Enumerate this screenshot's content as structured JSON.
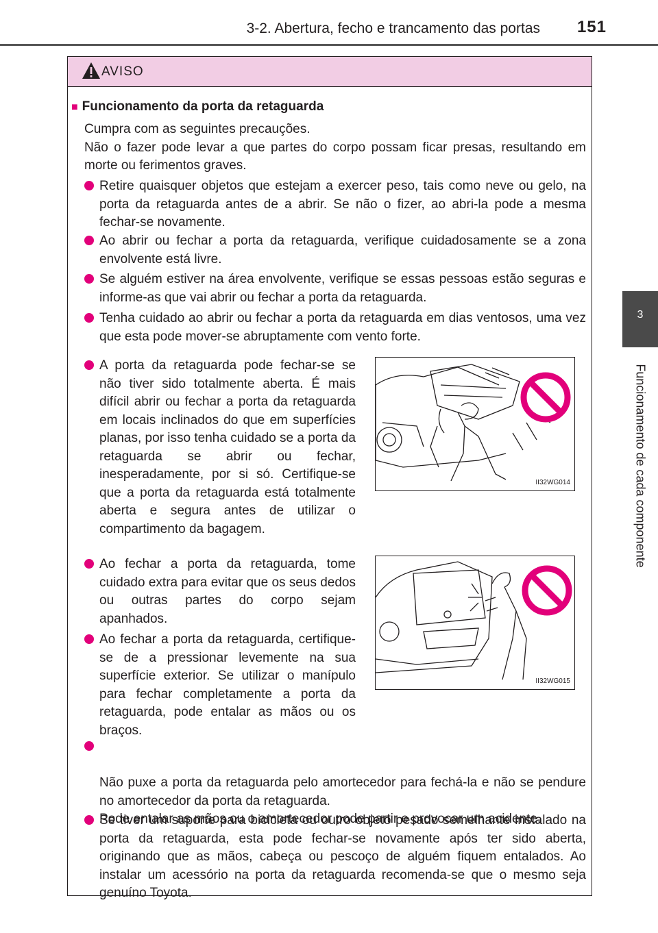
{
  "header": {
    "title": "3-2. Abertura, fecho e trancamento das portas",
    "page_number": "151"
  },
  "side_tab": {
    "number": "3",
    "label": "Funcionamento de cada componente"
  },
  "warning": {
    "label": "AVISO",
    "section_marker": "■",
    "section_title": "Funcionamento da porta da retaguarda",
    "intro": "Cumpra com as seguintes precauções.\nNão o fazer pode levar a que partes do corpo possam ficar presas, resultando em morte ou ferimentos graves.",
    "bullets": [
      "Retire quaisquer objetos que estejam a exercer peso, tais como neve ou gelo, na porta da retaguarda antes de a abrir. Se não o fizer, ao abri-la pode a mesma fechar-se novamente.",
      "Ao abrir ou fechar a porta da retaguarda, verifique cuidadosamente se a zona envolvente está livre.",
      "Se alguém estiver na área envolvente, verifique se essas pessoas estão seguras e informe-as que vai abrir ou fechar a porta da retaguarda.",
      "Tenha cuidado ao abrir ou fechar a porta da retaguarda em dias ventosos, uma vez que esta pode mover-se abruptamente com vento forte.",
      "A porta da retaguarda pode fechar-se se não tiver sido totalmente aberta. É mais difícil abrir ou fechar a porta da retaguarda em locais inclinados do que em superfícies planas, por isso tenha cuidado se a porta da retaguarda se abrir ou fechar, inesperadamente, por si só. Certifique-se que a porta da retaguarda está totalmente aberta e segura antes de utilizar o compartimento da bagagem.",
      "Ao fechar a porta da retaguarda, tome cuidado extra para evitar que os seus dedos ou outras partes do corpo sejam apanhados.",
      "Ao fechar a porta da retaguarda, certifique-se de a pressionar levemente na sua superfície exterior. Se utilizar o manípulo para fechar completamente a porta da retaguarda, pode entalar as mãos ou os braços.",
      "Não puxe a porta da retaguarda pelo amortecedor para fechá-la e não se pendure no amortecedor da porta da retaguarda.\nPode entalar as mãos ou o amortecedor pode partir e provocar um acidente.",
      "Se tiver um suporte para bicicleta ou outro objeto pesado semelhante instalado na porta da retaguarda, esta pode fechar-se novamente após ter sido aberta, originando que as mãos, cabeça ou pescoço de alguém fiquem entalados. Ao instalar um acessório na porta da retaguarda recomenda-se que o mesmo seja genuíno Toyota."
    ]
  },
  "figures": [
    {
      "code": "II32WG014"
    },
    {
      "code": "II32WG015"
    }
  ],
  "colors": {
    "accent": "#e2007a",
    "header_band": "#f2cde4",
    "prohibition": "#e2007a"
  }
}
